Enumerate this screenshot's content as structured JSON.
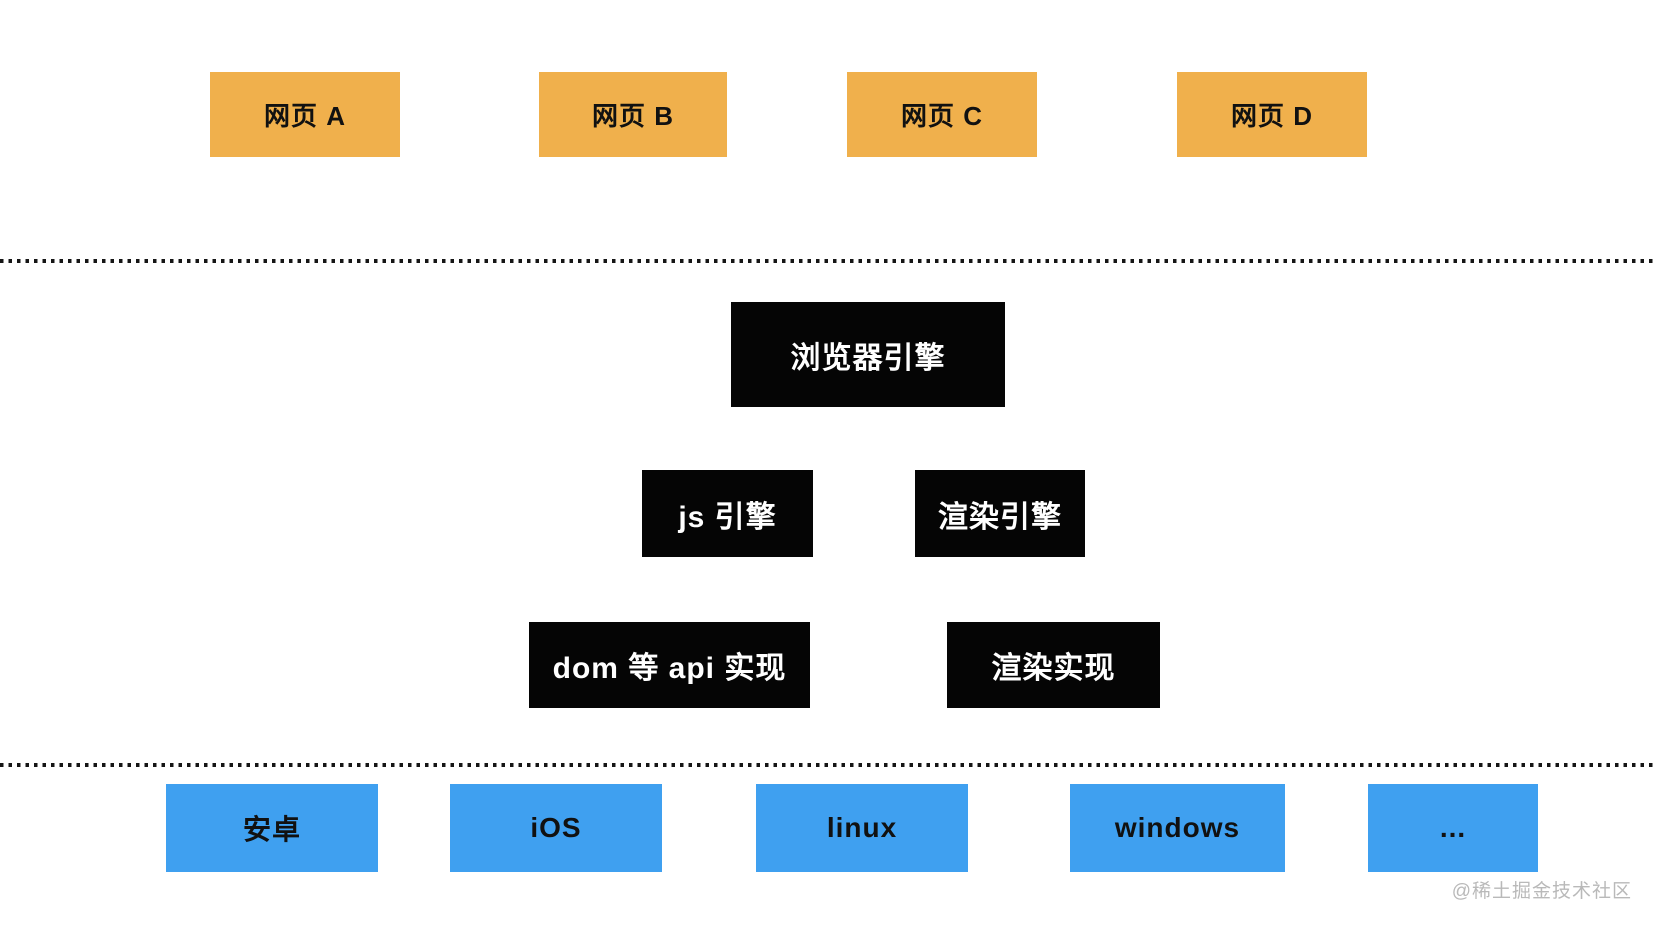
{
  "webpages": [
    "网页 A",
    "网页 B",
    "网页 C",
    "网页 D"
  ],
  "engine": {
    "browser": "浏览器引擎",
    "js": "js 引擎",
    "render": "渲染引擎",
    "dom_api": "dom 等 api 实现",
    "render_impl": "渲染实现"
  },
  "platforms": [
    "安卓",
    "iOS",
    "linux",
    "windows",
    "..."
  ],
  "watermark": "@稀土掘金技术社区",
  "colors": {
    "webpage_box": "#F0B04C",
    "engine_box": "#050505",
    "platform_box": "#3FA0F0",
    "box_text_dark": "#111111",
    "box_text_light": "#FFFFFF",
    "separator": "#151515",
    "watermark": "#B9B9B9",
    "background": "#FFFFFF"
  }
}
